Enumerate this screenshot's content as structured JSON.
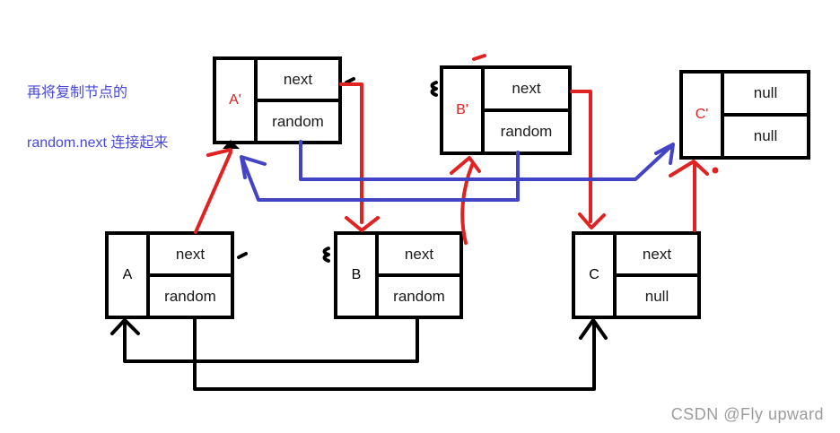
{
  "note": {
    "line1": "再将复制节点的",
    "line2": "random.next 连接起来"
  },
  "watermark": "CSDN @Fly upward",
  "colors": {
    "red": "#e02222",
    "blue": "#4343c6",
    "black": "#000000",
    "note_blue": "#4848d8",
    "watermark_gray": "#9c9c9c"
  },
  "nodes": [
    {
      "id": "A-copy",
      "label": "A'",
      "fields": [
        "next",
        "random"
      ]
    },
    {
      "id": "B-copy",
      "label": "B'",
      "fields": [
        "next",
        "random"
      ]
    },
    {
      "id": "C-copy",
      "label": "C'",
      "fields": [
        "null",
        "null"
      ]
    },
    {
      "id": "A",
      "label": "A",
      "fields": [
        "next",
        "random"
      ]
    },
    {
      "id": "B",
      "label": "B",
      "fields": [
        "next",
        "random"
      ]
    },
    {
      "id": "C",
      "label": "C",
      "fields": [
        "next",
        "null"
      ]
    }
  ],
  "edges": [
    {
      "from": "A'.next",
      "to": "B",
      "color": "red"
    },
    {
      "from": "B'.next",
      "to": "C",
      "color": "red"
    },
    {
      "from": "A",
      "to": "A'",
      "color": "red"
    },
    {
      "from": "B",
      "to": "B'",
      "color": "red"
    },
    {
      "from": "C",
      "to": "C'",
      "color": "red"
    },
    {
      "from": "A'.random",
      "to": "C'",
      "color": "blue"
    },
    {
      "from": "B'.random",
      "to": "A'",
      "color": "blue"
    },
    {
      "from": "B.random",
      "to": "A",
      "color": "black"
    },
    {
      "from": "A.random",
      "to": "C",
      "color": "black"
    }
  ]
}
